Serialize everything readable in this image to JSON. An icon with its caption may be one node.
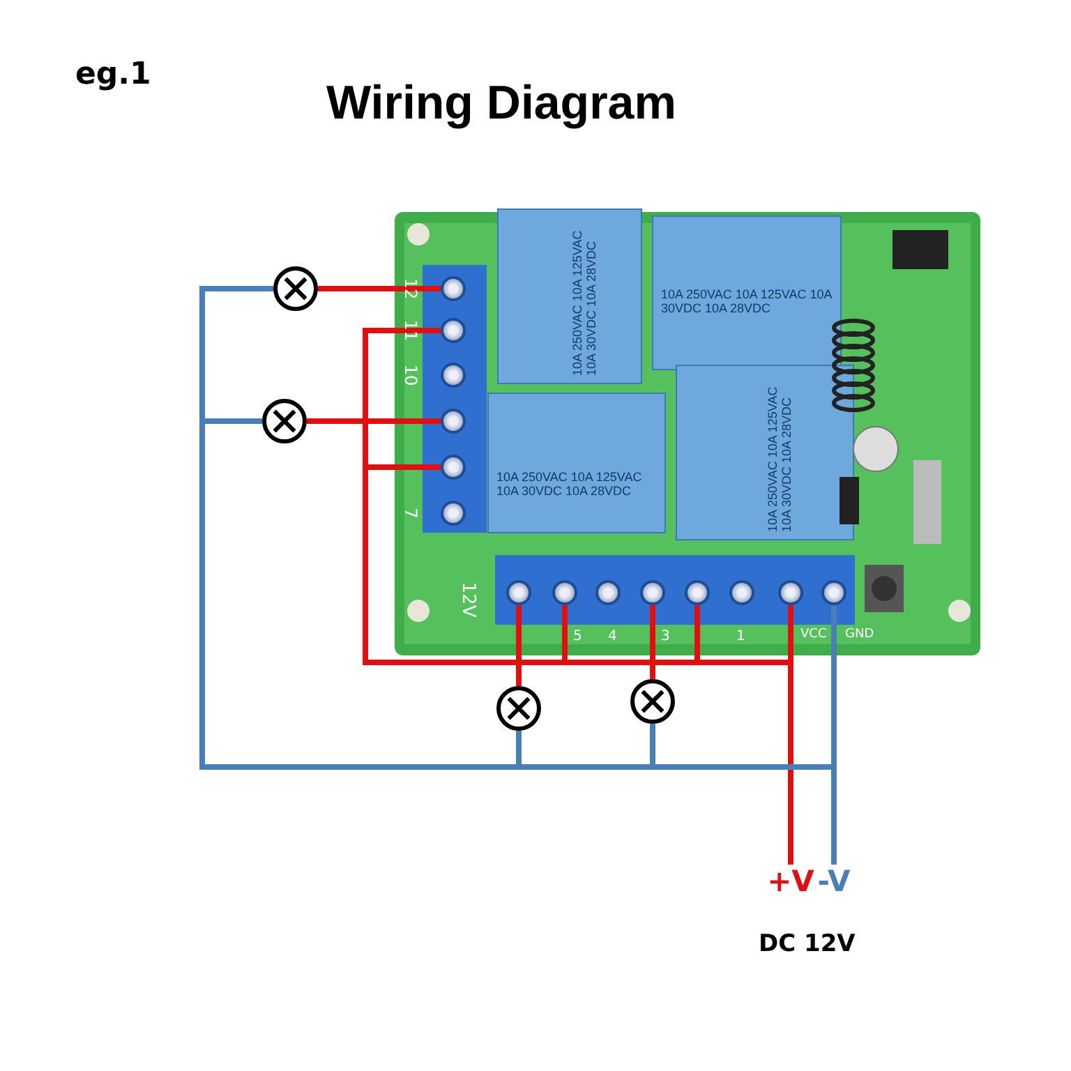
{
  "diagram": {
    "title": "Wiring Diagram",
    "nodes": [
      {
        "text": [],
        "shape": "lamp"
      },
      {
        "text": [],
        "shape": "lamp"
      },
      {
        "text": [],
        "shape": "screw"
      },
      {
        "text": [],
        "shape": "screw"
      },
      {
        "text": [],
        "shape": "screw"
      },
      {
        "text": [],
        "shape": "screw"
      },
      {
        "text": [],
        "shape": "screw"
      },
      {
        "text": [],
        "shape": "screw"
      },
      {
        "text": [],
        "shape": "screw"
      },
      {
        "text": [],
        "shape": "screw"
      },
      {
        "text": [],
        "shape": "screw"
      },
      {
        "text": [],
        "shape": "screw"
      },
      {
        "text": [],
        "shape": "screw"
      },
      {
        "text": [],
        "shape": "screw"
      },
      {
        "text": [],
        "shape": "screw"
      },
      {
        "text": [],
        "shape": "screw"
      },
      {
        "text": [],
        "shape": "lamp"
      },
      {
        "text": [],
        "shape": "lamp"
      },
      {
        "text": [
          "+V"
        ]
      },
      {
        "text": [
          "-V"
        ]
      }
    ],
    "edges": [
      {
        "from": 2,
        "to": 0,
        "arrow": "none"
      },
      {
        "from": 0,
        "to": 19,
        "arrow": "none",
        "color": "#4a7fb5"
      },
      {
        "from": 5,
        "to": 1,
        "arrow": "none"
      },
      {
        "from": 1,
        "to": 19,
        "arrow": "none",
        "color": "#4a7fb5"
      },
      {
        "from": 3,
        "to": 18,
        "arrow": "none"
      },
      {
        "from": 6,
        "to": 18,
        "arrow": "none"
      },
      {
        "from": 9,
        "to": 18,
        "arrow": "none"
      },
      {
        "from": 12,
        "to": 18,
        "arrow": "none"
      },
      {
        "from": 14,
        "to": 18,
        "arrow": "none"
      },
      {
        "from": 8,
        "to": 16,
        "arrow": "none"
      },
      {
        "from": 11,
        "to": 17,
        "arrow": "none"
      },
      {
        "from": 16,
        "to": 19,
        "arrow": "none",
        "color": "#4a7fb5"
      },
      {
        "from": 17,
        "to": 19,
        "arrow": "none",
        "color": "#4a7fb5"
      },
      {
        "from": 15,
        "to": 19,
        "arrow": "none",
        "color": "#4a7fb5"
      }
    ],
    "labels": [
      "eg.1",
      "12",
      "11",
      "10",
      "7",
      "10A 250VAC 10A 125VAC 10A 30VDC 10A 28VDC",
      "10A 250VAC 10A 125VAC 10A 30VDC 10A 28VDC",
      "10A 250VAC 10A 125VAC 10A 30VDC 10A 28VDC",
      "10A 250VAC 10A 125VAC 10A 30VDC 10A 28VDC",
      "12V",
      "5",
      "4",
      "3",
      "1",
      "VCC",
      "GND",
      "DC 12V"
    ]
  }
}
